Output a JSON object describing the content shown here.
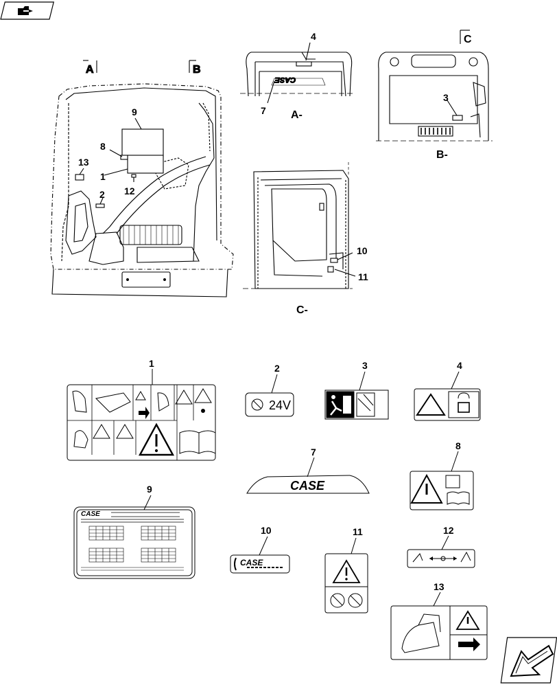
{
  "nav": {
    "top_icon": "folder-arrow-icon",
    "bottom_icon": "back-arrow-icon"
  },
  "section_markers": {
    "a": "A",
    "b": "B",
    "c": "C"
  },
  "view_labels": {
    "a": "A-",
    "b": "B-",
    "c": "C-"
  },
  "callouts": {
    "c1": "1",
    "c2": "2",
    "c3": "3",
    "c4": "4",
    "c7": "7",
    "c8": "8",
    "c9": "9",
    "c10": "10",
    "c11": "11",
    "c12": "12",
    "c13": "13"
  },
  "decals": {
    "d1": "1",
    "d2": "2",
    "d3": "3",
    "d4": "4",
    "d7": "7",
    "d8": "8",
    "d9": "9",
    "d10": "10",
    "d11": "11",
    "d12": "12",
    "d13": "13"
  },
  "decal_text": {
    "volt": "24V",
    "case_brand": "CASE",
    "case_mirror": "CASE"
  }
}
